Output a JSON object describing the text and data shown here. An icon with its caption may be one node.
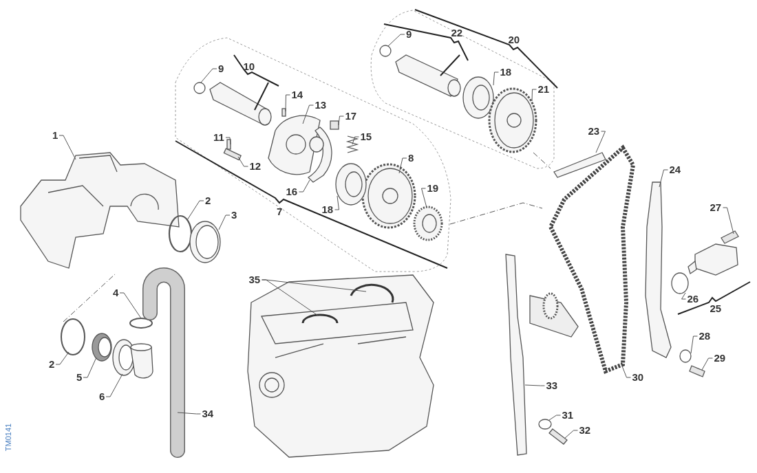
{
  "diagram": {
    "nodes": [
      {
        "text": [
          "1"
        ]
      },
      {
        "text": [
          "2"
        ]
      },
      {
        "text": [
          "3"
        ]
      },
      {
        "text": [
          "4"
        ]
      },
      {
        "text": [
          "2"
        ]
      },
      {
        "text": [
          "5"
        ]
      },
      {
        "text": [
          "6"
        ]
      },
      {
        "text": [
          "7"
        ]
      },
      {
        "text": [
          "8"
        ]
      },
      {
        "text": [
          "9"
        ]
      },
      {
        "text": [
          "10"
        ]
      },
      {
        "text": [
          "11"
        ]
      },
      {
        "text": [
          "12"
        ]
      },
      {
        "text": [
          "13"
        ]
      },
      {
        "text": [
          "14"
        ]
      },
      {
        "text": [
          "15"
        ]
      },
      {
        "text": [
          "16"
        ]
      },
      {
        "text": [
          "17"
        ]
      },
      {
        "text": [
          "18"
        ]
      },
      {
        "text": [
          "19"
        ]
      },
      {
        "text": [
          "9"
        ]
      },
      {
        "text": [
          "22"
        ]
      },
      {
        "text": [
          "20"
        ]
      },
      {
        "text": [
          "18"
        ]
      },
      {
        "text": [
          "21"
        ]
      },
      {
        "text": [
          "23"
        ]
      },
      {
        "text": [
          "24"
        ]
      },
      {
        "text": [
          "27"
        ]
      },
      {
        "text": [
          "26"
        ]
      },
      {
        "text": [
          "25"
        ]
      },
      {
        "text": [
          "28"
        ]
      },
      {
        "text": [
          "29"
        ]
      },
      {
        "text": [
          "30"
        ]
      },
      {
        "text": [
          "31"
        ]
      },
      {
        "text": [
          "32"
        ]
      },
      {
        "text": [
          "33"
        ]
      },
      {
        "text": [
          "34"
        ]
      },
      {
        "text": [
          "35"
        ]
      },
      {
        "text": [],
        "shape": "picture"
      },
      {
        "text": [],
        "shape": "circle"
      },
      {
        "text": [],
        "shape": "picture"
      },
      {
        "text": [],
        "shape": "circle"
      },
      {
        "text": [],
        "shape": "circle"
      },
      {
        "text": [],
        "shape": "picture"
      },
      {
        "text": [],
        "shape": "picture"
      },
      {
        "text": [],
        "shape": "picture"
      },
      {
        "text": [],
        "shape": "circle"
      },
      {
        "text": [],
        "shape": "box"
      },
      {
        "text": [],
        "shape": "box"
      },
      {
        "text": [],
        "shape": "picture"
      },
      {
        "text": [],
        "shape": "box"
      },
      {
        "text": [],
        "shape": "picture"
      },
      {
        "text": [],
        "shape": "picture"
      },
      {
        "text": [],
        "shape": "box"
      },
      {
        "text": [],
        "shape": "picture"
      },
      {
        "text": [],
        "shape": "picture"
      },
      {
        "text": [],
        "shape": "circle"
      },
      {
        "text": [],
        "shape": "picture"
      },
      {
        "text": [],
        "shape": "picture"
      },
      {
        "text": [],
        "shape": "picture"
      },
      {
        "text": [],
        "shape": "picture"
      },
      {
        "text": [],
        "shape": "box"
      },
      {
        "text": [],
        "shape": "circle"
      },
      {
        "text": [],
        "shape": "circle"
      },
      {
        "text": [],
        "shape": "box"
      },
      {
        "text": [],
        "shape": "picture"
      },
      {
        "text": [],
        "shape": "circle"
      },
      {
        "text": [],
        "shape": "box"
      },
      {
        "text": [],
        "shape": "picture"
      },
      {
        "text": [],
        "shape": "picture"
      },
      {
        "text": [],
        "shape": "picture"
      },
      {
        "text": [],
        "shape": "picture"
      }
    ],
    "edges": [
      {
        "from": 0,
        "to": 38,
        "arrow": "none"
      },
      {
        "from": 1,
        "to": 39,
        "arrow": "none"
      },
      {
        "from": 2,
        "to": 40,
        "arrow": "none"
      },
      {
        "from": 3,
        "to": 41,
        "arrow": "none"
      },
      {
        "from": 4,
        "to": 42,
        "arrow": "none"
      },
      {
        "from": 5,
        "to": 43,
        "arrow": "none"
      },
      {
        "from": 6,
        "to": 44,
        "arrow": "none"
      },
      {
        "from": 8,
        "to": 45,
        "arrow": "none"
      },
      {
        "from": 9,
        "to": 46,
        "arrow": "none"
      },
      {
        "from": 11,
        "to": 47,
        "arrow": "none"
      },
      {
        "from": 12,
        "to": 48,
        "arrow": "none"
      },
      {
        "from": 13,
        "to": 49,
        "arrow": "none"
      },
      {
        "from": 14,
        "to": 50,
        "arrow": "none"
      },
      {
        "from": 15,
        "to": 51,
        "arrow": "none"
      },
      {
        "from": 16,
        "to": 52,
        "arrow": "none"
      },
      {
        "from": 17,
        "to": 53,
        "arrow": "none"
      },
      {
        "from": 18,
        "to": 54,
        "arrow": "none"
      },
      {
        "from": 19,
        "to": 55,
        "arrow": "none"
      },
      {
        "from": 20,
        "to": 56,
        "arrow": "none"
      },
      {
        "from": 23,
        "to": 57,
        "arrow": "none"
      },
      {
        "from": 24,
        "to": 58,
        "arrow": "none"
      },
      {
        "from": 25,
        "to": 59,
        "arrow": "none"
      },
      {
        "from": 26,
        "to": 60,
        "arrow": "none"
      },
      {
        "from": 27,
        "to": 61,
        "arrow": "none"
      },
      {
        "from": 28,
        "to": 62,
        "arrow": "none"
      },
      {
        "from": 30,
        "to": 63,
        "arrow": "none"
      },
      {
        "from": 31,
        "to": 64,
        "arrow": "none"
      },
      {
        "from": 32,
        "to": 65,
        "arrow": "none"
      },
      {
        "from": 33,
        "to": 66,
        "arrow": "none"
      },
      {
        "from": 34,
        "to": 67,
        "arrow": "none"
      },
      {
        "from": 35,
        "to": 68,
        "arrow": "none"
      },
      {
        "from": 36,
        "to": 69,
        "arrow": "none"
      },
      {
        "from": 37,
        "to": 70,
        "arrow": "none"
      },
      {
        "from": 37,
        "to": 71,
        "arrow": "none"
      }
    ],
    "labels": [
      "TM0141"
    ]
  }
}
